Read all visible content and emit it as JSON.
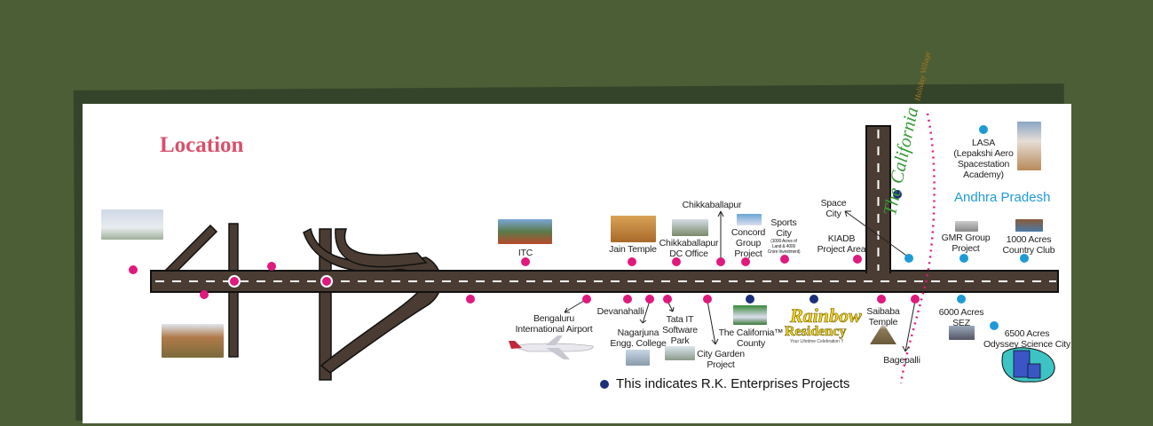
{
  "title": "Location",
  "region_label": "Andhra Pradesh",
  "legend": "This indicates R.K. Enterprises Projects",
  "colors": {
    "background": "#4b5e35",
    "road": "#4a3c32",
    "pink_dot": "#e0197d",
    "navy_dot": "#1e2f7a",
    "blue_dot": "#1e9ad6",
    "title": "#d9506b"
  },
  "labels": {
    "itc": "ITC",
    "jain_temple": "Jain Temple",
    "dc_office": [
      "Chikkaballapur",
      "DC Office"
    ],
    "chikkaballapur": "Chikkaballapur",
    "concord": [
      "Concord",
      "Group",
      "Project"
    ],
    "sports_city": [
      "Sports",
      "City"
    ],
    "sports_city_note": [
      "(1000 Acres of",
      "Land & 4000",
      "Crore Investment)"
    ],
    "kiadb": [
      "KIADB",
      "Project Area"
    ],
    "space_city": [
      "Space",
      "City"
    ],
    "lasa": [
      "LASA",
      "(Lepakshi Aero",
      "Spacestation",
      "Academy)"
    ],
    "gmr": [
      "GMR Group",
      "Project"
    ],
    "country_club": [
      "1000 Acres",
      "Country Club"
    ],
    "airport": [
      "Bengaluru",
      "International Airport"
    ],
    "devanahalli": "Devanahalli",
    "nagarjuna": [
      "Nagarjuna",
      "Engg. College"
    ],
    "tata": [
      "Tata IT",
      "Software",
      "Park"
    ],
    "city_garden": [
      "City Garden",
      "Project"
    ],
    "california_county": [
      "The California™",
      "County"
    ],
    "saibaba": [
      "Saibaba",
      "Temple"
    ],
    "bagepalli": "Bagepalli",
    "sez": [
      "6000 Acres",
      "SEZ"
    ],
    "odyssey": [
      "6500 Acres",
      "Odyssey Science City"
    ]
  },
  "logos": {
    "rainbow": [
      "Rainbow",
      "Residency",
      "Your Lifetime Celebration !!"
    ],
    "california_village": [
      "The California",
      "Holiday Village"
    ]
  }
}
